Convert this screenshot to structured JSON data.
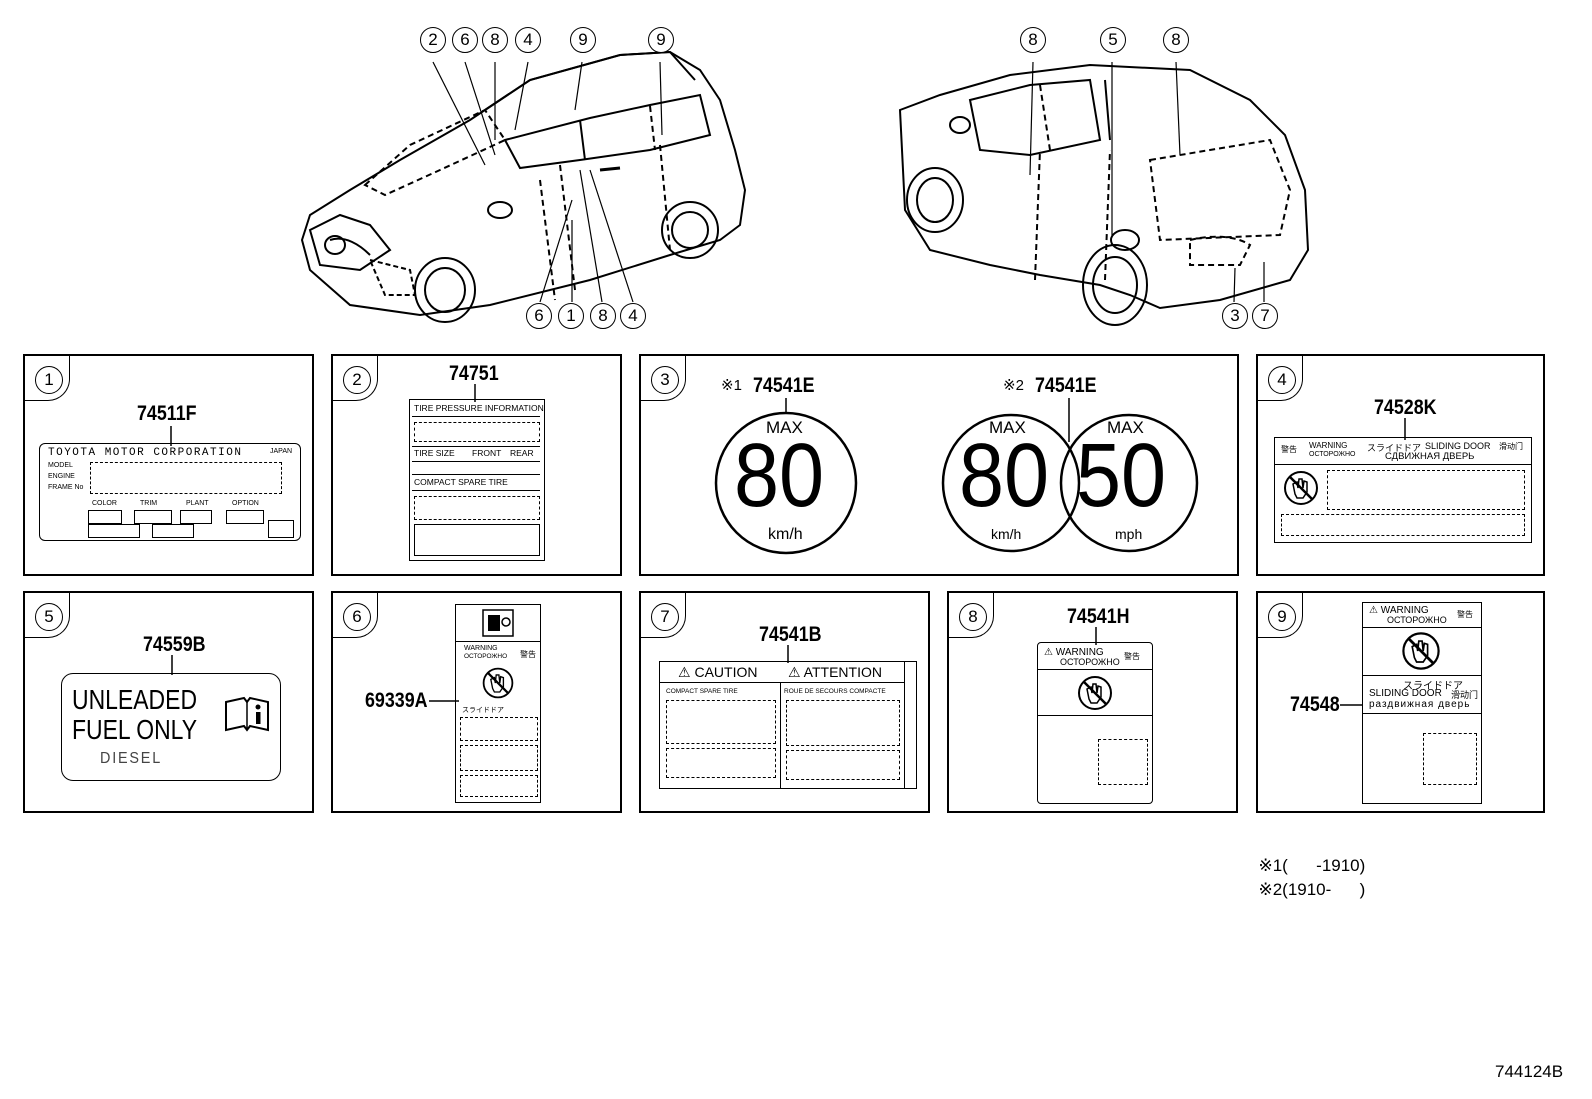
{
  "diagram_id": "744124B",
  "callouts_front": [
    "2",
    "6",
    "8",
    "4",
    "9",
    "9",
    "6",
    "1",
    "8",
    "4"
  ],
  "callouts_rear": [
    "8",
    "5",
    "8",
    "3",
    "7"
  ],
  "panels": [
    {
      "num": "1",
      "part": "74511F"
    },
    {
      "num": "2",
      "part": "74751"
    },
    {
      "num": "3",
      "part_a": "74541E",
      "part_b": "74541E",
      "mark_a": "※1",
      "mark_b": "※2"
    },
    {
      "num": "4",
      "part": "74528K"
    },
    {
      "num": "5",
      "part": "74559B"
    },
    {
      "num": "6",
      "part": "69339A"
    },
    {
      "num": "7",
      "part": "74541B"
    },
    {
      "num": "8",
      "part": "74541H"
    },
    {
      "num": "9",
      "part": "74548"
    }
  ],
  "label1": {
    "maker": "TOYOTA MOTOR CORPORATION",
    "country": "JAPAN",
    "rows": [
      "MODEL",
      "ENGINE",
      "FRAME No"
    ],
    "cols": [
      "COLOR",
      "TRIM",
      "PLANT",
      "OPTION"
    ]
  },
  "label2": {
    "title": "TIRE PRESSURE INFORMATION",
    "h1": "TIRE SIZE",
    "h2": "FRONT",
    "h3": "REAR",
    "spare": "COMPACT SPARE TIRE"
  },
  "label3": {
    "max": "MAX",
    "v80": "80",
    "v50": "50",
    "kmh": "km/h",
    "mph": "mph"
  },
  "label4": {
    "jp_warn": "警告",
    "warning": "WARNING",
    "ru_warn": "ОСТОРОЖНО",
    "jp_slide": "スライドドア",
    "en_slide": "SLIDING DOOR",
    "zh_slide": "滑动门",
    "ru_slide": "СДВИЖНАЯ ДВЕРЬ"
  },
  "label5": {
    "line1": "UNLEADED",
    "line2": "FUEL ONLY",
    "line3": "DIESEL"
  },
  "label6": {
    "warn": "WARNING",
    "ru": "ОСТОРОЖНО",
    "jp": "警告",
    "slide": "スライドドア"
  },
  "label7": {
    "caution": "CAUTION",
    "attention": "ATTENTION",
    "left_hdr": "COMPACT SPARE TIRE",
    "right_hdr": "ROUE DE SECOURS COMPACTE"
  },
  "label8": {
    "warn": "WARNING",
    "ru": "ОСТОРОЖНО",
    "jp": "警告"
  },
  "label9": {
    "warn": "WARNING",
    "ru": "ОСТОРОЖНО",
    "jp": "警告",
    "jp_slide": "スライドドア",
    "en_slide": "SLIDING DOOR",
    "zh_slide": "滑动门",
    "ru_slide": "раздвижная дверь"
  },
  "notes": [
    {
      "mark": "※1",
      "text": "(      -1910)"
    },
    {
      "mark": "※2",
      "text": "(1910-      )"
    }
  ]
}
